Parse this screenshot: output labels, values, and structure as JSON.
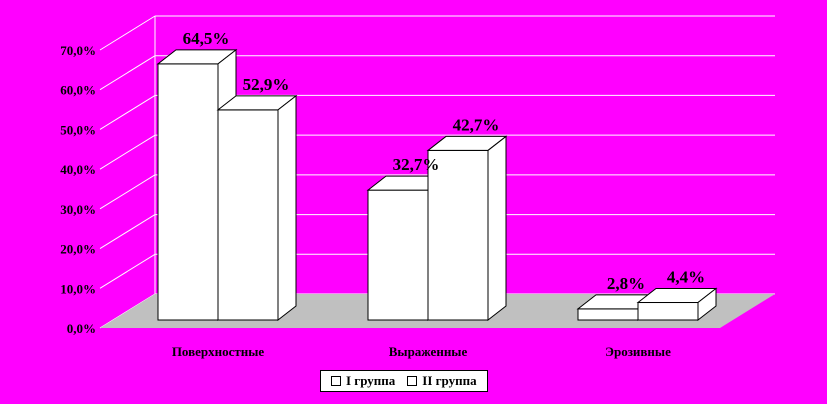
{
  "chart_data": {
    "type": "bar",
    "categories": [
      "Поверхностные",
      "Выраженные",
      "Эрозивные"
    ],
    "series": [
      {
        "name": "I группа",
        "values": [
          64.5,
          32.7,
          2.8
        ],
        "labels": [
          "64,5%",
          "32,7%",
          "2,8%"
        ]
      },
      {
        "name": "II группа",
        "values": [
          52.9,
          42.7,
          4.4
        ],
        "labels": [
          "52,9%",
          "42,7%",
          "4,4%"
        ]
      }
    ],
    "ylim": [
      0,
      70
    ],
    "yticks": [
      "0,0%",
      "10,0%",
      "20,0%",
      "30,0%",
      "40,0%",
      "50,0%",
      "60,0%",
      "70,0%"
    ],
    "grid": true,
    "legend_position": "bottom",
    "colors": {
      "background": "#FF00FF",
      "floor": "#C0C0C0",
      "bar_fill": "#FFFFFF",
      "line": "#000000",
      "gridline": "#FFFFFF"
    }
  }
}
